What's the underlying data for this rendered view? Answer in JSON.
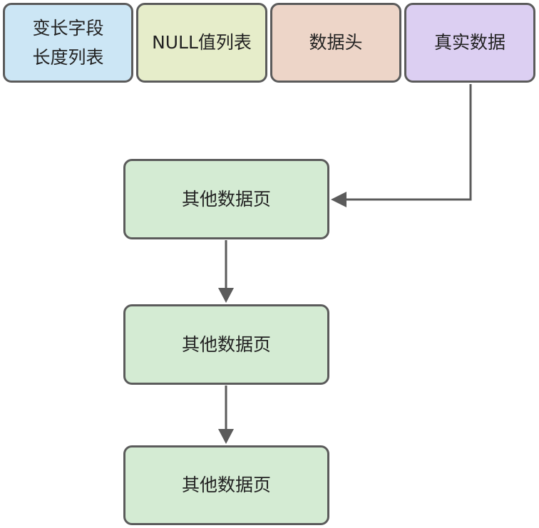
{
  "colors": {
    "stroke": "#5b5b5b",
    "text": "#222222",
    "field_lengths": "#cce6f5",
    "null_list": "#e6edca",
    "header": "#edd5c8",
    "real_data": "#dccff2",
    "overflow_page": "#d4ebd3"
  },
  "record": {
    "field_lengths": {
      "line1": "变长字段",
      "line2": "长度列表"
    },
    "null_list": {
      "label": "NULL值列表"
    },
    "header": {
      "label": "数据头"
    },
    "real_data": {
      "label": "真实数据"
    }
  },
  "pages": [
    {
      "label": "其他数据页"
    },
    {
      "label": "其他数据页"
    },
    {
      "label": "其他数据页"
    }
  ]
}
